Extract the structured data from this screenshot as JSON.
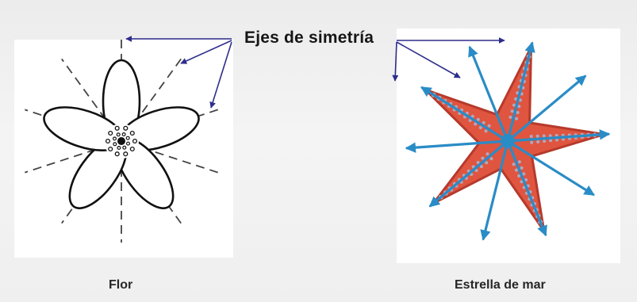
{
  "title": "Ejes de simetría",
  "captions": {
    "flower": "Flor",
    "starfish": "Estrella de mar"
  },
  "colors": {
    "pointer_arrows": "#2e2d8c",
    "starfish_body": "#e0553f",
    "starfish_axes": "#2a8cc6",
    "outline": "#111111",
    "dashed_axes": "#444444"
  },
  "symmetry": {
    "flower_petals": 5,
    "flower_axes": 5,
    "starfish_arms": 5,
    "starfish_axis_arrows": 10
  }
}
